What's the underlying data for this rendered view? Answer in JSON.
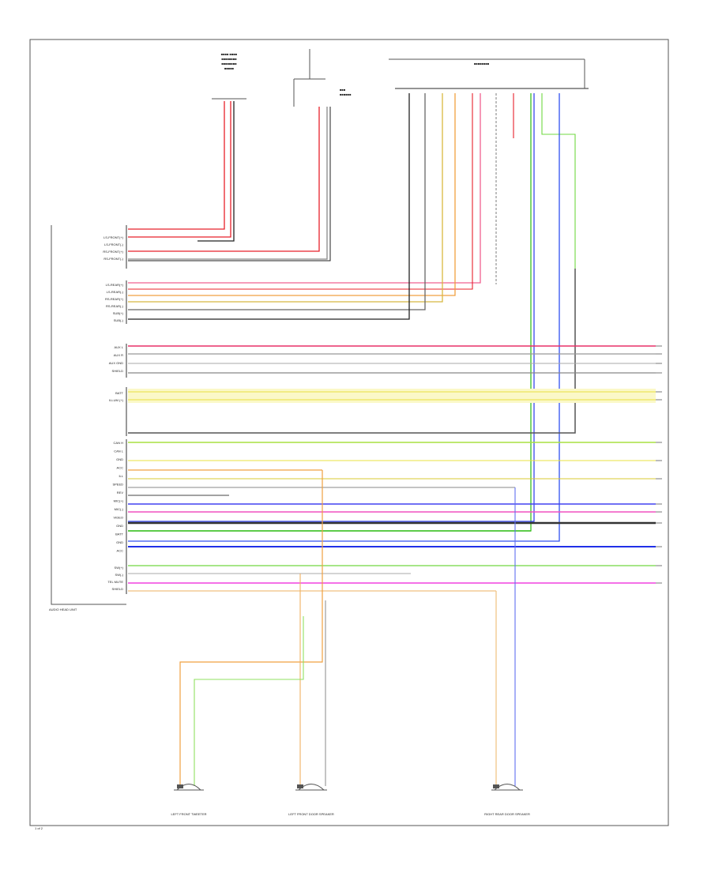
{
  "diagram": {
    "connector_left_labels": [
      "LS-FRONT(+)",
      "LS-FRONT(-)",
      "RS-FRONT(+)",
      "RS-FRONT(-)"
    ],
    "connector_left_labels_2": [
      "LS-REAR(+)",
      "LS-REAR(-)",
      "RS-REAR(+)",
      "RS-REAR(-)",
      "SUB(+)",
      "SUB(-)"
    ],
    "connector_left_labels_3": [
      "AUX L",
      "AUX R",
      "AUX GND",
      "SHIELD"
    ],
    "connector_left_labels_4": [
      "BATT",
      "ILLUM (+)"
    ],
    "connector_left_labels_5": [
      "CAN H",
      "CAN L",
      "GND",
      "ACC",
      "ILL",
      "SPEED",
      "REV",
      "MIC(+)",
      "MIC(-)",
      "VIDEO",
      "GND",
      "BATT",
      "GND",
      "ACC"
    ],
    "connector_left_labels_6": [
      "SW(+)",
      "SW(-)",
      "TEL MUTE",
      "SHIELD"
    ],
    "bottom_left_label": "AUDIO HEAD UNIT",
    "speaker_labels": [
      "LEFT FRONT TWEETER",
      "LEFT FRONT DOOR SPEAKER",
      "RIGHT REAR DOOR SPEAKER"
    ],
    "corner_label": "1 of 2",
    "colors": {
      "red": "#e8202a",
      "pink": "#f040b0",
      "green": "#38c020",
      "blue": "#2838e8",
      "orange": "#f0a040",
      "yellow": "#e8e040",
      "gray": "#888888",
      "black": "#222222",
      "lightgreen": "#90e060"
    }
  }
}
